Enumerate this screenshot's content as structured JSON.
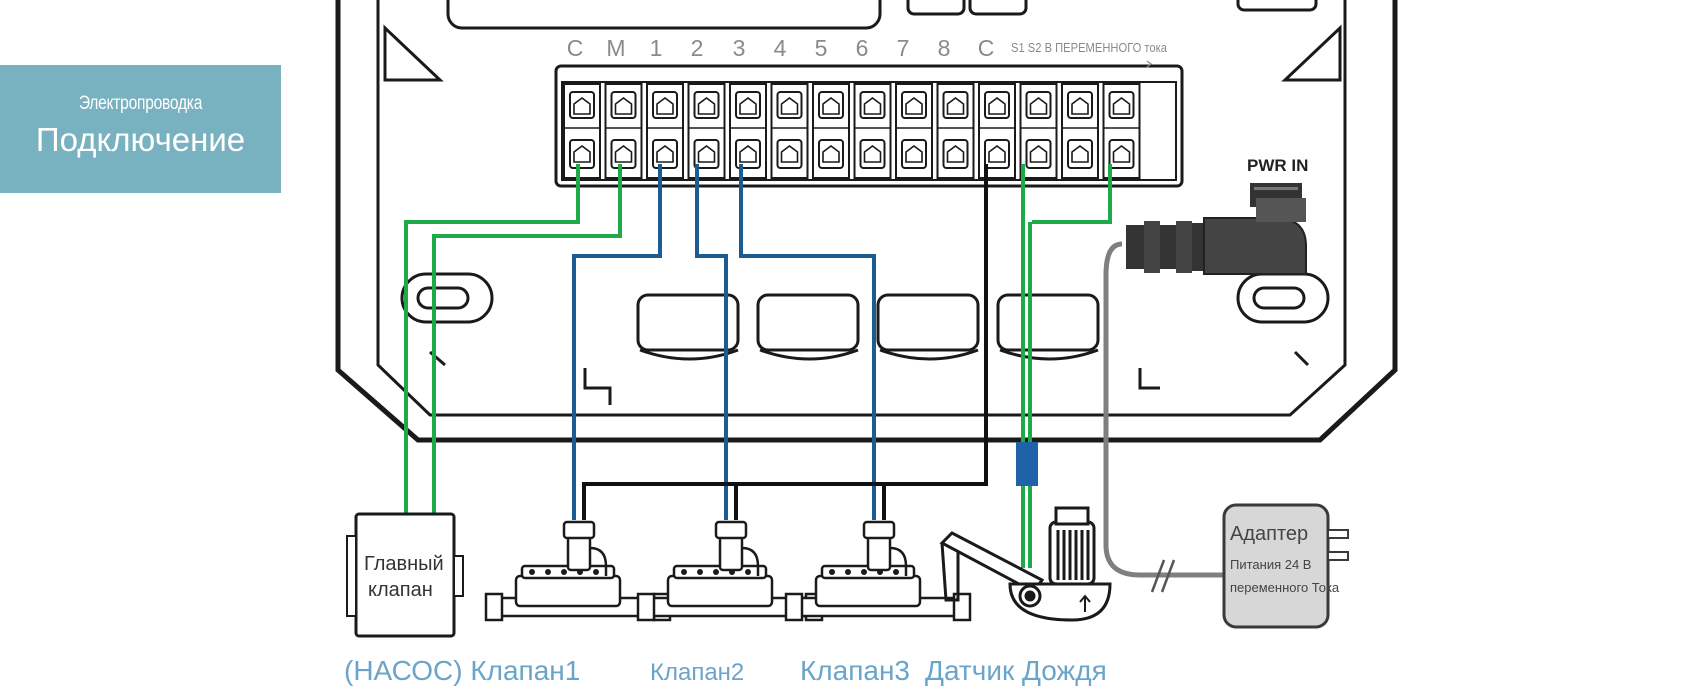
{
  "section": {
    "subtitle": "Электропроводка",
    "title": "Подключение"
  },
  "terminals": {
    "labels": [
      "C",
      "M",
      "1",
      "2",
      "3",
      "4",
      "5",
      "6",
      "7",
      "8",
      "C"
    ],
    "sensor_ac_label": "S1 S2 В ПЕРЕМЕННОГО тока"
  },
  "pwr_in_label": "PWR IN",
  "main_valve_label": {
    "line1": "Главный",
    "line2": "клапан"
  },
  "adapter_label": {
    "line1": "Адаптер",
    "line2": "Питания 24 В",
    "line3": "переменного Тока"
  },
  "bottom_labels": {
    "pump_valve": "(НАСОС) Клапан1",
    "valve2": "Клапан2",
    "valve3": "Клапан3",
    "rain_sensor": "Датчик Дождя"
  },
  "colors": {
    "green_wire": "#1faa4a",
    "blue_wire": "#1c5c93",
    "black_wire": "#111111",
    "gray_wire": "#8a8a8a",
    "tab_background": "#78b1bf",
    "label_blue": "#6aa4ca"
  }
}
